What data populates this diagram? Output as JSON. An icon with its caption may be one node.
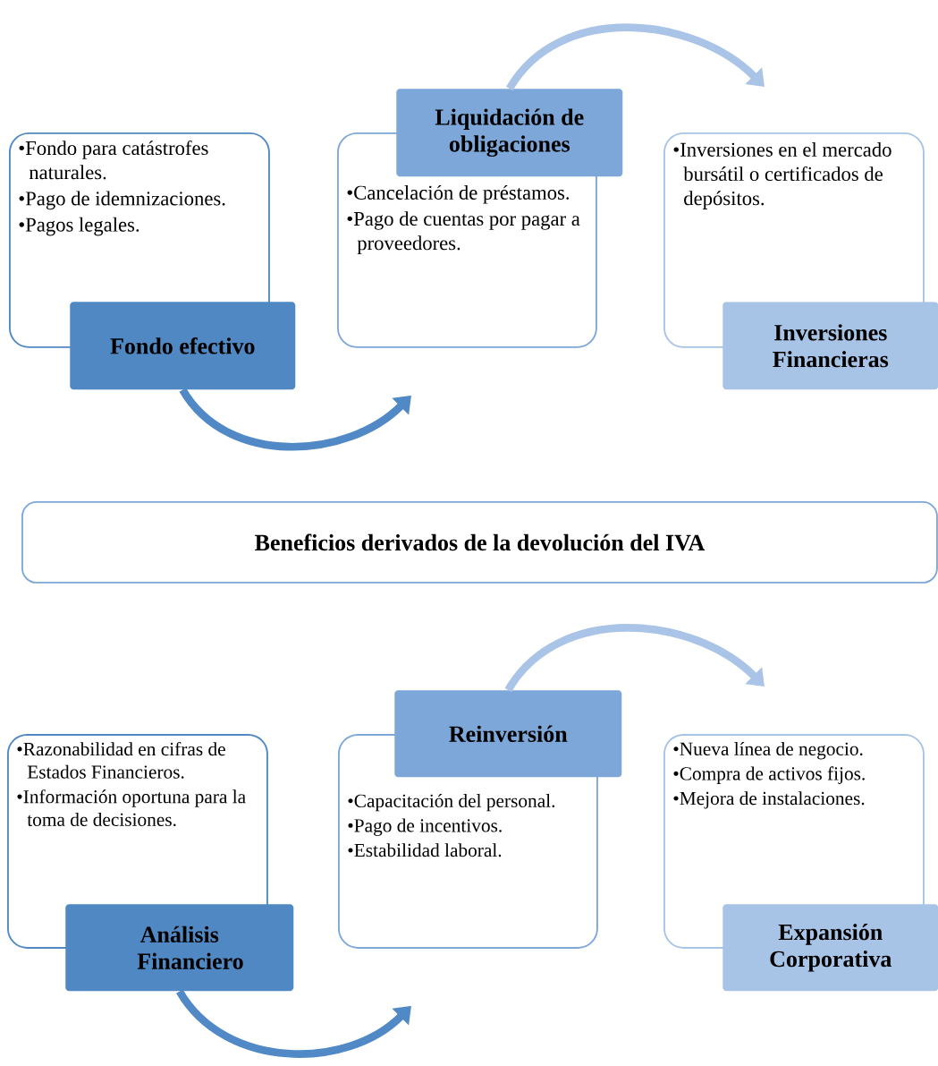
{
  "diagram": {
    "nodes": [
      {
        "text": [
          "•Fondo para catástrofes naturales.",
          "•Pago de idemnizaciones.",
          "•Pagos legales."
        ]
      },
      {
        "text": [
          "Fondo efectivo"
        ]
      },
      {
        "text": [
          "Liquidación de obligaciones"
        ]
      },
      {
        "text": [
          "•Cancelación de préstamos.",
          "•Pago de cuentas por pagar a proveedores."
        ]
      },
      {
        "text": [
          "•Inversiones en el mercado bursátil o certificados de depósitos."
        ]
      },
      {
        "text": [
          "Inversiones Financieras"
        ]
      },
      {
        "text": [
          "Beneficios derivados de la devolución del IVA"
        ]
      },
      {
        "text": [
          "•Razonabilidad en cifras de Estados Financieros.",
          "•Información oportuna para la toma de decisiones."
        ]
      },
      {
        "text": [
          "Análisis Financiero"
        ]
      },
      {
        "text": [
          "Reinversión"
        ]
      },
      {
        "text": [
          "•Capacitación del personal.",
          "•Pago de incentivos.",
          "•Estabilidad laboral."
        ]
      },
      {
        "text": [
          "•Nueva línea de negocio.",
          "•Compra de activos fijos.",
          "•Mejora de instalaciones."
        ]
      },
      {
        "text": [
          "Expansión Corporativa"
        ]
      }
    ],
    "edges": [
      {
        "from": 1,
        "to": 3,
        "arrow": "to",
        "color": "#5089c6"
      },
      {
        "from": 2,
        "to": 4,
        "arrow": "to",
        "color": "#a9c4e6"
      },
      {
        "from": 8,
        "to": 10,
        "arrow": "to",
        "color": "#5089c6"
      },
      {
        "from": 9,
        "to": 11,
        "arrow": "to",
        "color": "#a9c4e6"
      }
    ]
  }
}
